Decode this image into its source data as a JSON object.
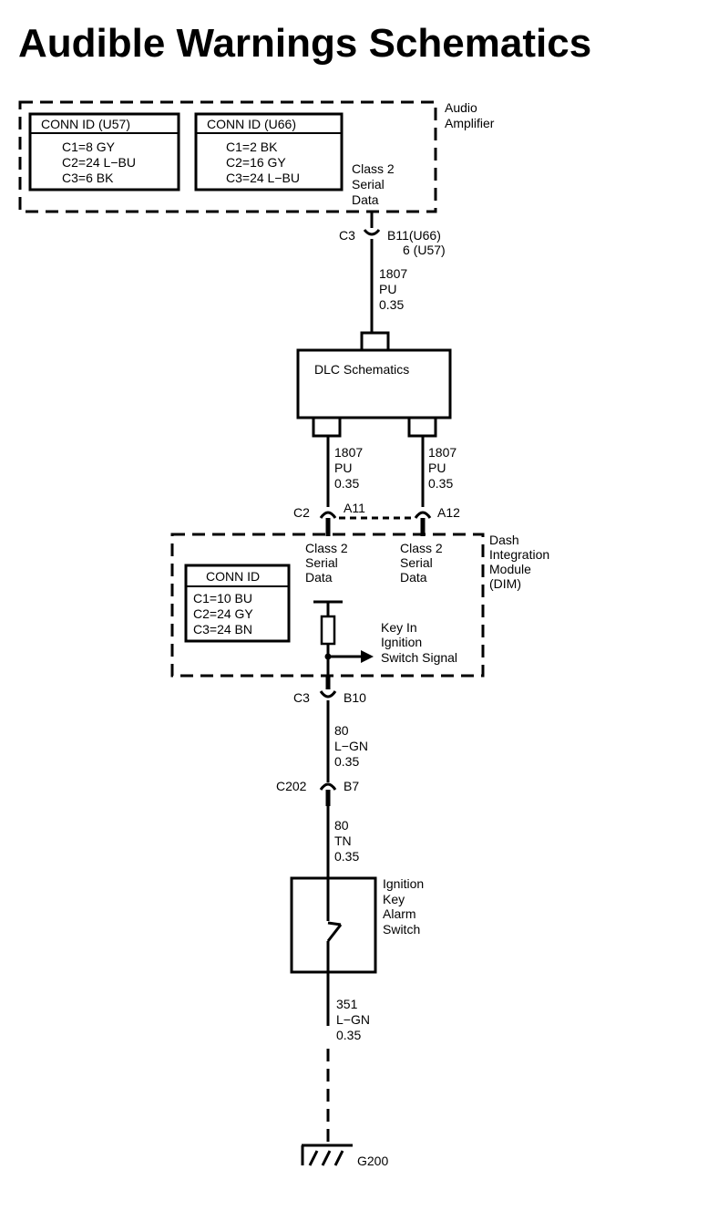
{
  "title": "Audible Warnings Schematics",
  "audio_amplifier": {
    "label_1": "Audio",
    "label_2": "Amplifier",
    "conn_u57": {
      "header": "CONN ID (U57)",
      "rows": [
        "C1=8 GY",
        "C2=24 L−BU",
        "C3=6 BK"
      ]
    },
    "conn_u66": {
      "header": "CONN ID (U66)",
      "rows": [
        "C1=2 BK",
        "C2=16 GY",
        "C3=24 L−BU"
      ]
    },
    "signal": [
      "Class 2",
      "Serial",
      "Data"
    ],
    "connector": "C3",
    "pin_1": "B11(U66)",
    "pin_2": "6 (U57)"
  },
  "wire_dlc_top": {
    "circuit": "1807",
    "color": "PU",
    "gauge": "0.35"
  },
  "dlc": {
    "label": "DLC Schematics"
  },
  "wire_dlc_left": {
    "circuit": "1807",
    "color": "PU",
    "gauge": "0.35"
  },
  "wire_dlc_right": {
    "circuit": "1807",
    "color": "PU",
    "gauge": "0.35"
  },
  "dim": {
    "connector": "C2",
    "pin_left": "A11",
    "pin_right": "A12",
    "label": [
      "Dash",
      "Integration",
      "Module",
      "(DIM)"
    ],
    "signal_left": [
      "Class 2",
      "Serial",
      "Data"
    ],
    "signal_right": [
      "Class 2",
      "Serial",
      "Data"
    ],
    "conn": {
      "header": "CONN ID",
      "rows": [
        "C1=10 BU",
        "C2=24 GY",
        "C3=24 BN"
      ]
    },
    "key_signal": [
      "Key In",
      "Ignition",
      "Switch Signal"
    ],
    "bottom_connector": "C3",
    "bottom_pin": "B10"
  },
  "wire_dim_out": {
    "circuit": "80",
    "color": "L−GN",
    "gauge": "0.35"
  },
  "inline_connector": {
    "id": "C202",
    "pin": "B7"
  },
  "wire_to_switch": {
    "circuit": "80",
    "color": "TN",
    "gauge": "0.35"
  },
  "switch": {
    "label": [
      "Ignition",
      "Key",
      "Alarm",
      "Switch"
    ]
  },
  "wire_ground": {
    "circuit": "351",
    "color": "L−GN",
    "gauge": "0.35"
  },
  "ground": {
    "label": "G200"
  }
}
